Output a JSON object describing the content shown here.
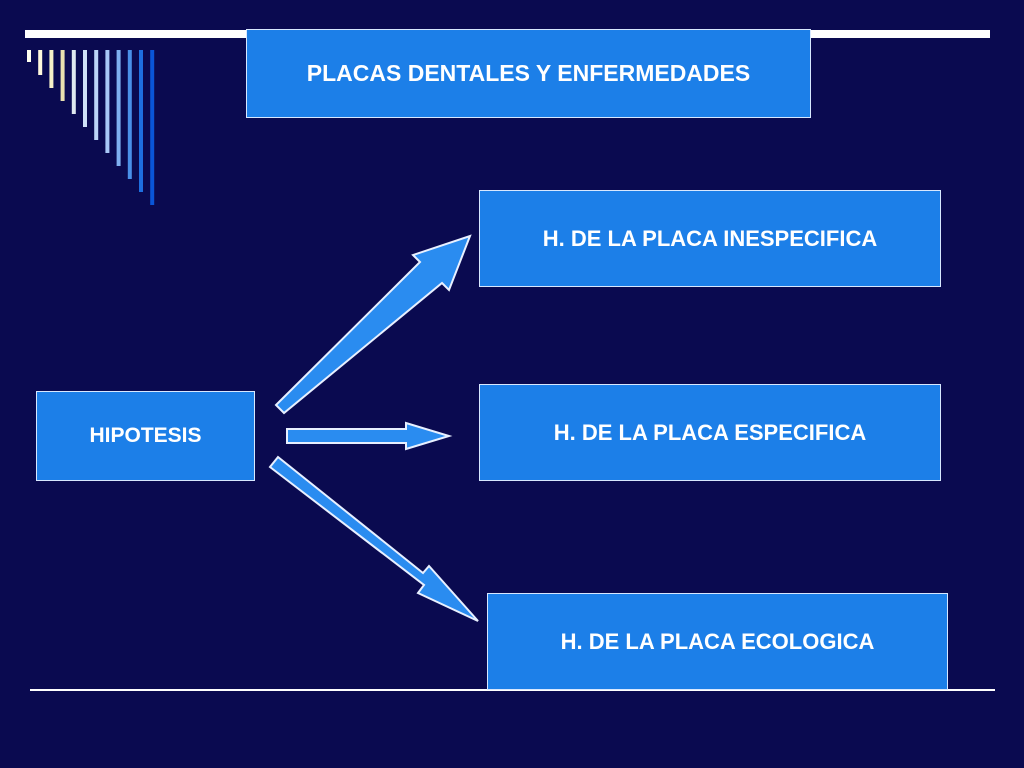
{
  "title": "PLACAS DENTALES Y ENFERMEDADES",
  "root": "HIPOTESIS",
  "hypotheses": [
    "H. DE LA PLACA INESPECIFICA",
    "H. DE LA PLACA ESPECIFICA",
    "H. DE LA PLACA ECOLOGICA"
  ],
  "colors": {
    "background": "#0a0a50",
    "box_fill": "#1c7fe8",
    "box_border": "#d8e8ff",
    "text": "#ffffff",
    "arrow_fill": "#2a8cf0",
    "arrow_outline": "#e8f0ff"
  },
  "decoration": {
    "stripe_colors": [
      "#fffff0",
      "#fff8dc",
      "#f5f0c8",
      "#e8e0b0",
      "#dfe8f0",
      "#cfe0f8",
      "#bcd4f8",
      "#a8c8f8",
      "#7fb0f0",
      "#4a90e8",
      "#1e6fe0",
      "#0a55d8"
    ]
  }
}
